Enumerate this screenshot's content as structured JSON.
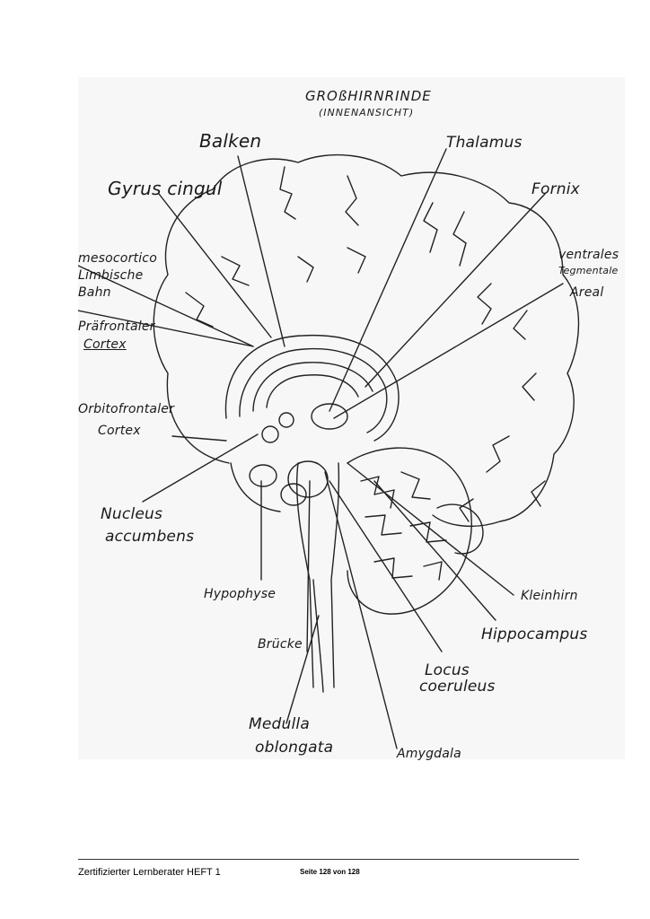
{
  "diagram": {
    "title": "GROßHIRNRINDE",
    "subtitle": "(INNENANSICHT)",
    "labels": {
      "balken": "Balken",
      "thalamus": "Thalamus",
      "gyrus_cingul": "Gyrus cingul",
      "fornix": "Fornix",
      "mesocortico_1": "mesocortico",
      "mesocortico_2": "Limbische",
      "mesocortico_3": "Bahn",
      "ventrales_1": "ventrales",
      "ventrales_2": "Tegmentale",
      "ventrales_3": "Areal",
      "praefrontaler_1": "Präfrontaler",
      "praefrontaler_2": "Cortex",
      "orbitofrontaler_1": "Orbitofrontaler",
      "orbitofrontaler_2": "Cortex",
      "nucleus_1": "Nucleus",
      "nucleus_2": "accumbens",
      "hypophyse": "Hypophyse",
      "kleinhirn": "Kleinhirn",
      "hippocampus": "Hippocampus",
      "bruecke": "Brücke",
      "locus_1": "Locus",
      "locus_2": "coeruleus",
      "medulla_1": "Medulla",
      "medulla_2": "oblongata",
      "amygdala": "Amygdala"
    }
  },
  "footer": {
    "left": "Zertifizierter Lernberater HEFT 1",
    "right": "Seite 128 von 128"
  }
}
